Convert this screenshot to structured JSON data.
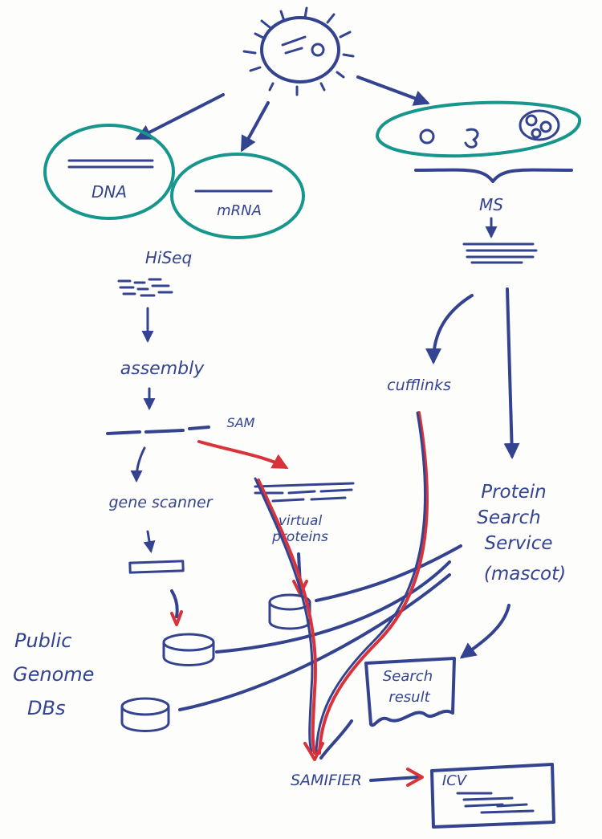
{
  "colors": {
    "ink": "#33438f",
    "teal": "#16968c",
    "red": "#d8333a",
    "paper": "#fdfdfb"
  },
  "labels": {
    "dna": "DNA",
    "mrna": "mRNA",
    "ms": "MS",
    "hiseq": "HiSeq",
    "assembly": "assembly",
    "sam": "SAM",
    "cufflinks": "cufflinks",
    "gene_scanner": "gene scanner",
    "virtual_proteins": [
      "virtual",
      "proteins"
    ],
    "protein_search_service": [
      "Protein",
      "Search",
      "Service",
      "(mascot)"
    ],
    "public_genome_dbs": [
      "Public",
      "Genome",
      "DBs"
    ],
    "search_result": [
      "Search",
      "result"
    ],
    "samifier": "SAMIFIER",
    "icv": "ICV"
  }
}
